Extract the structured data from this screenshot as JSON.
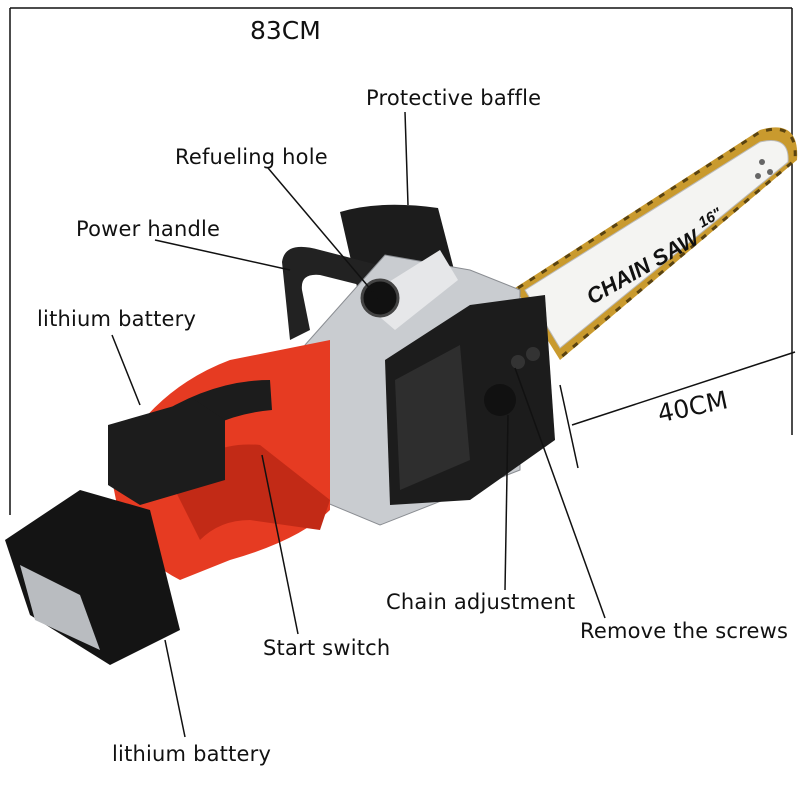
{
  "dimensions": {
    "length": "83CM",
    "bar_length": "40CM"
  },
  "labels": {
    "protective_baffle": "Protective baffle",
    "refueling_hole": "Refueling hole",
    "power_handle": "Power handle",
    "lithium_battery_top": "lithium battery",
    "chain_adjustment": "Chain adjustment",
    "remove_screws": "Remove the screws",
    "start_switch": "Start switch",
    "lithium_battery_bottom": "lithium battery"
  },
  "bar_print": {
    "brand": "CHAIN SAW",
    "size": "16\""
  },
  "colors": {
    "body_red": "#e63b22",
    "bar_white": "#f4f4f2",
    "chain_gold": "#c99a2e",
    "housing_black": "#1c1c1c",
    "silver": "#c9ccd0"
  }
}
